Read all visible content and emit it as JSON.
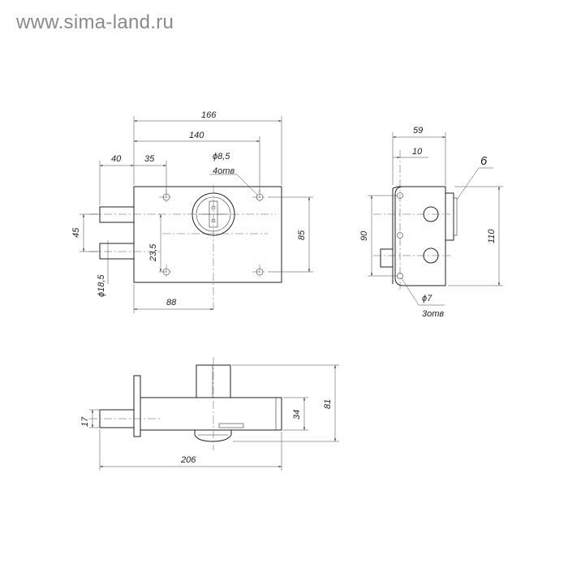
{
  "watermark": "www.sima-land.ru",
  "dims": {
    "d166": "166",
    "d140": "140",
    "d40": "40",
    "d35": "35",
    "hole_dia": "ϕ8,5",
    "hole_count": "4отв",
    "d45": "45",
    "d85": "85",
    "d23_5": "23,5",
    "bolt_dia": "ϕ18,5",
    "d88": "88",
    "d59": "59",
    "d10": "10",
    "label6": "6",
    "d90": "90",
    "d110": "110",
    "side_hole_dia": "ϕ7",
    "side_hole_count": "3отв",
    "d17": "17",
    "d34": "34",
    "d81": "81",
    "d206": "206"
  }
}
